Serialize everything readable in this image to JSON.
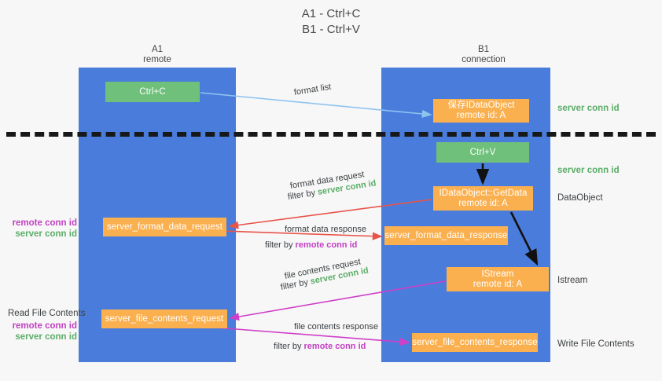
{
  "title": {
    "line1": "A1 - Ctrl+C",
    "line2": "B1 - Ctrl+V"
  },
  "columns": [
    {
      "name": "A1",
      "sub": "remote"
    },
    {
      "name": "B1",
      "sub": "connection"
    }
  ],
  "boxes": {
    "ctrl_c": {
      "label": "Ctrl+C",
      "color": "#6fc07a"
    },
    "save_idataobject": {
      "line1": "保存IDataObject",
      "line2": "remote id: A",
      "color": "#fbb04f"
    },
    "ctrl_v": {
      "label": "Ctrl+V",
      "color": "#6fc07a"
    },
    "getdata": {
      "line1": "IDataObject::GetData",
      "line2": "remote id: A",
      "color": "#fbb04f"
    },
    "server_format_data_request": {
      "label": "server_format_data_request",
      "color": "#fbb04f"
    },
    "server_format_data_response": {
      "label": "server_format_data_response",
      "color": "#fbb04f"
    },
    "istream": {
      "line1": "IStream",
      "line2": "remote id: A",
      "color": "#fbb04f"
    },
    "server_file_contents_request": {
      "label": "server_file_contents_request",
      "color": "#fbb04f"
    },
    "server_file_contents_response": {
      "label": "server_file_contents_response",
      "color": "#fbb04f"
    }
  },
  "right_labels": {
    "conn_id_1": "server conn id",
    "conn_id_2": "server conn id",
    "dataobject": "DataObject",
    "istream": "Istream",
    "write_file_contents": "Write File Contents"
  },
  "left_labels": {
    "read_file_contents": "Read File Contents",
    "remote_conn_id": "remote conn id",
    "server_conn_id": "server conn id"
  },
  "annotations": {
    "format_list": "format list",
    "format_data_request": "format data request",
    "format_data_request_filter_prefix": "filter by ",
    "format_data_request_filter_value": "server conn id",
    "format_data_response": "format data response",
    "format_data_response_filter_prefix": "filter by ",
    "format_data_response_filter_value": "remote conn id",
    "file_contents_request": "file contents request",
    "file_contents_request_filter_prefix": "filter by ",
    "file_contents_request_filter_value": "server conn id",
    "file_contents_response": "file contents response",
    "file_contents_response_filter_prefix": "filter by ",
    "file_contents_response_filter_value": "remote conn id"
  },
  "colors": {
    "lane": "#4a7ddb",
    "green_text": "#5aad67",
    "purple_text": "#c23fc2",
    "arrow_blue": "#8fc4f0",
    "arrow_red": "#e8544a",
    "arrow_magenta": "#cf3fc9",
    "arrow_black": "#111111",
    "background": "#f7f7f7"
  }
}
